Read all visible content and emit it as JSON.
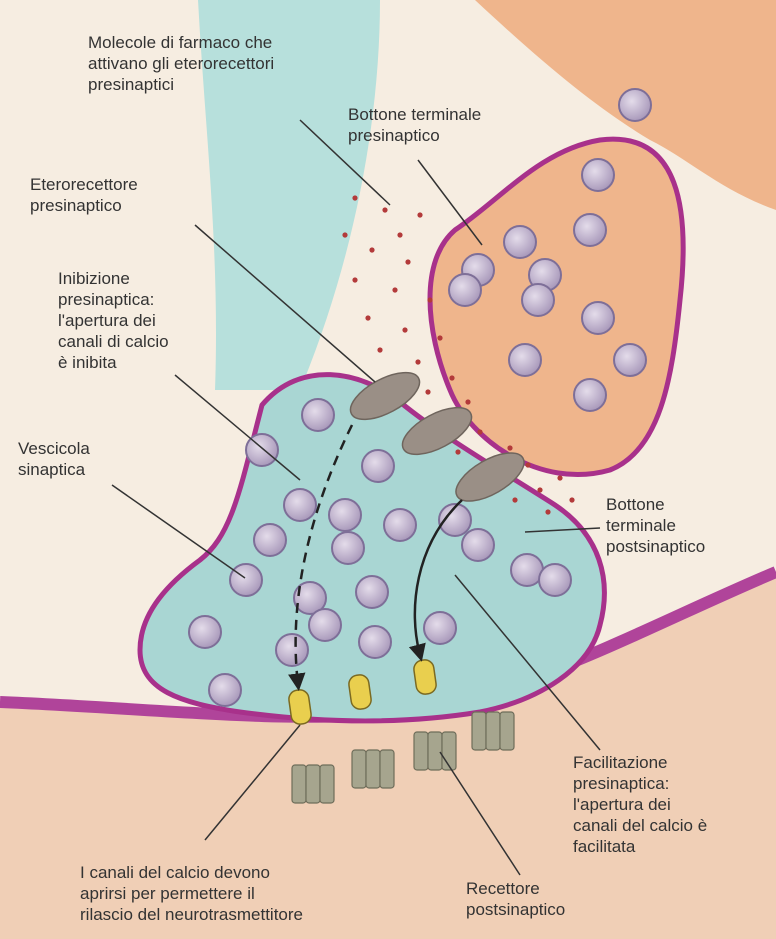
{
  "labels": {
    "drug_molecules": "Molecole di farmaco che\nattivano gli eterorecettori\npresinaptici",
    "presynaptic_button": "Bottone terminale\npresinaptico",
    "presynaptic_heteroreceptor": "Eterorecettore\npresinaptico",
    "presynaptic_inhibition": "Inibizione\npresinaptica:\nl'apertura dei\ncanali di calcio\nè inibita",
    "synaptic_vesicle": "Vescicola\nsinaptica",
    "postsynaptic_button": "Bottone\nterminale\npostsinaptico",
    "presynaptic_facilitation": "Facilitazione\npresinaptica:\nl'apertura dei\ncanali del calcio è\nfacilitata",
    "calcium_channels": "I canali del calcio devono\naprirsi per permettere il\nrilascio del neurotrasmettitore",
    "postsynaptic_receptor": "Recettore\npostsinaptico"
  },
  "colors": {
    "background": "#f6ede1",
    "presynaptic_fill": "#a9d6d3",
    "axon_fill": "#b7e0dc",
    "terminal_outline": "#a8318b",
    "orange_fill": "#efb58c",
    "postsynaptic_membrane": "#b0449a",
    "postsynaptic_fill": "#f0cfb6",
    "vesicle_fill": "#b4a7c3",
    "heteroreceptor_fill": "#9a8f86",
    "calcium_channel": "#e9cf4e",
    "receptor_fill": "#a6a58e",
    "drug_molecule": "#b33a3a",
    "leader_line": "#333333"
  }
}
